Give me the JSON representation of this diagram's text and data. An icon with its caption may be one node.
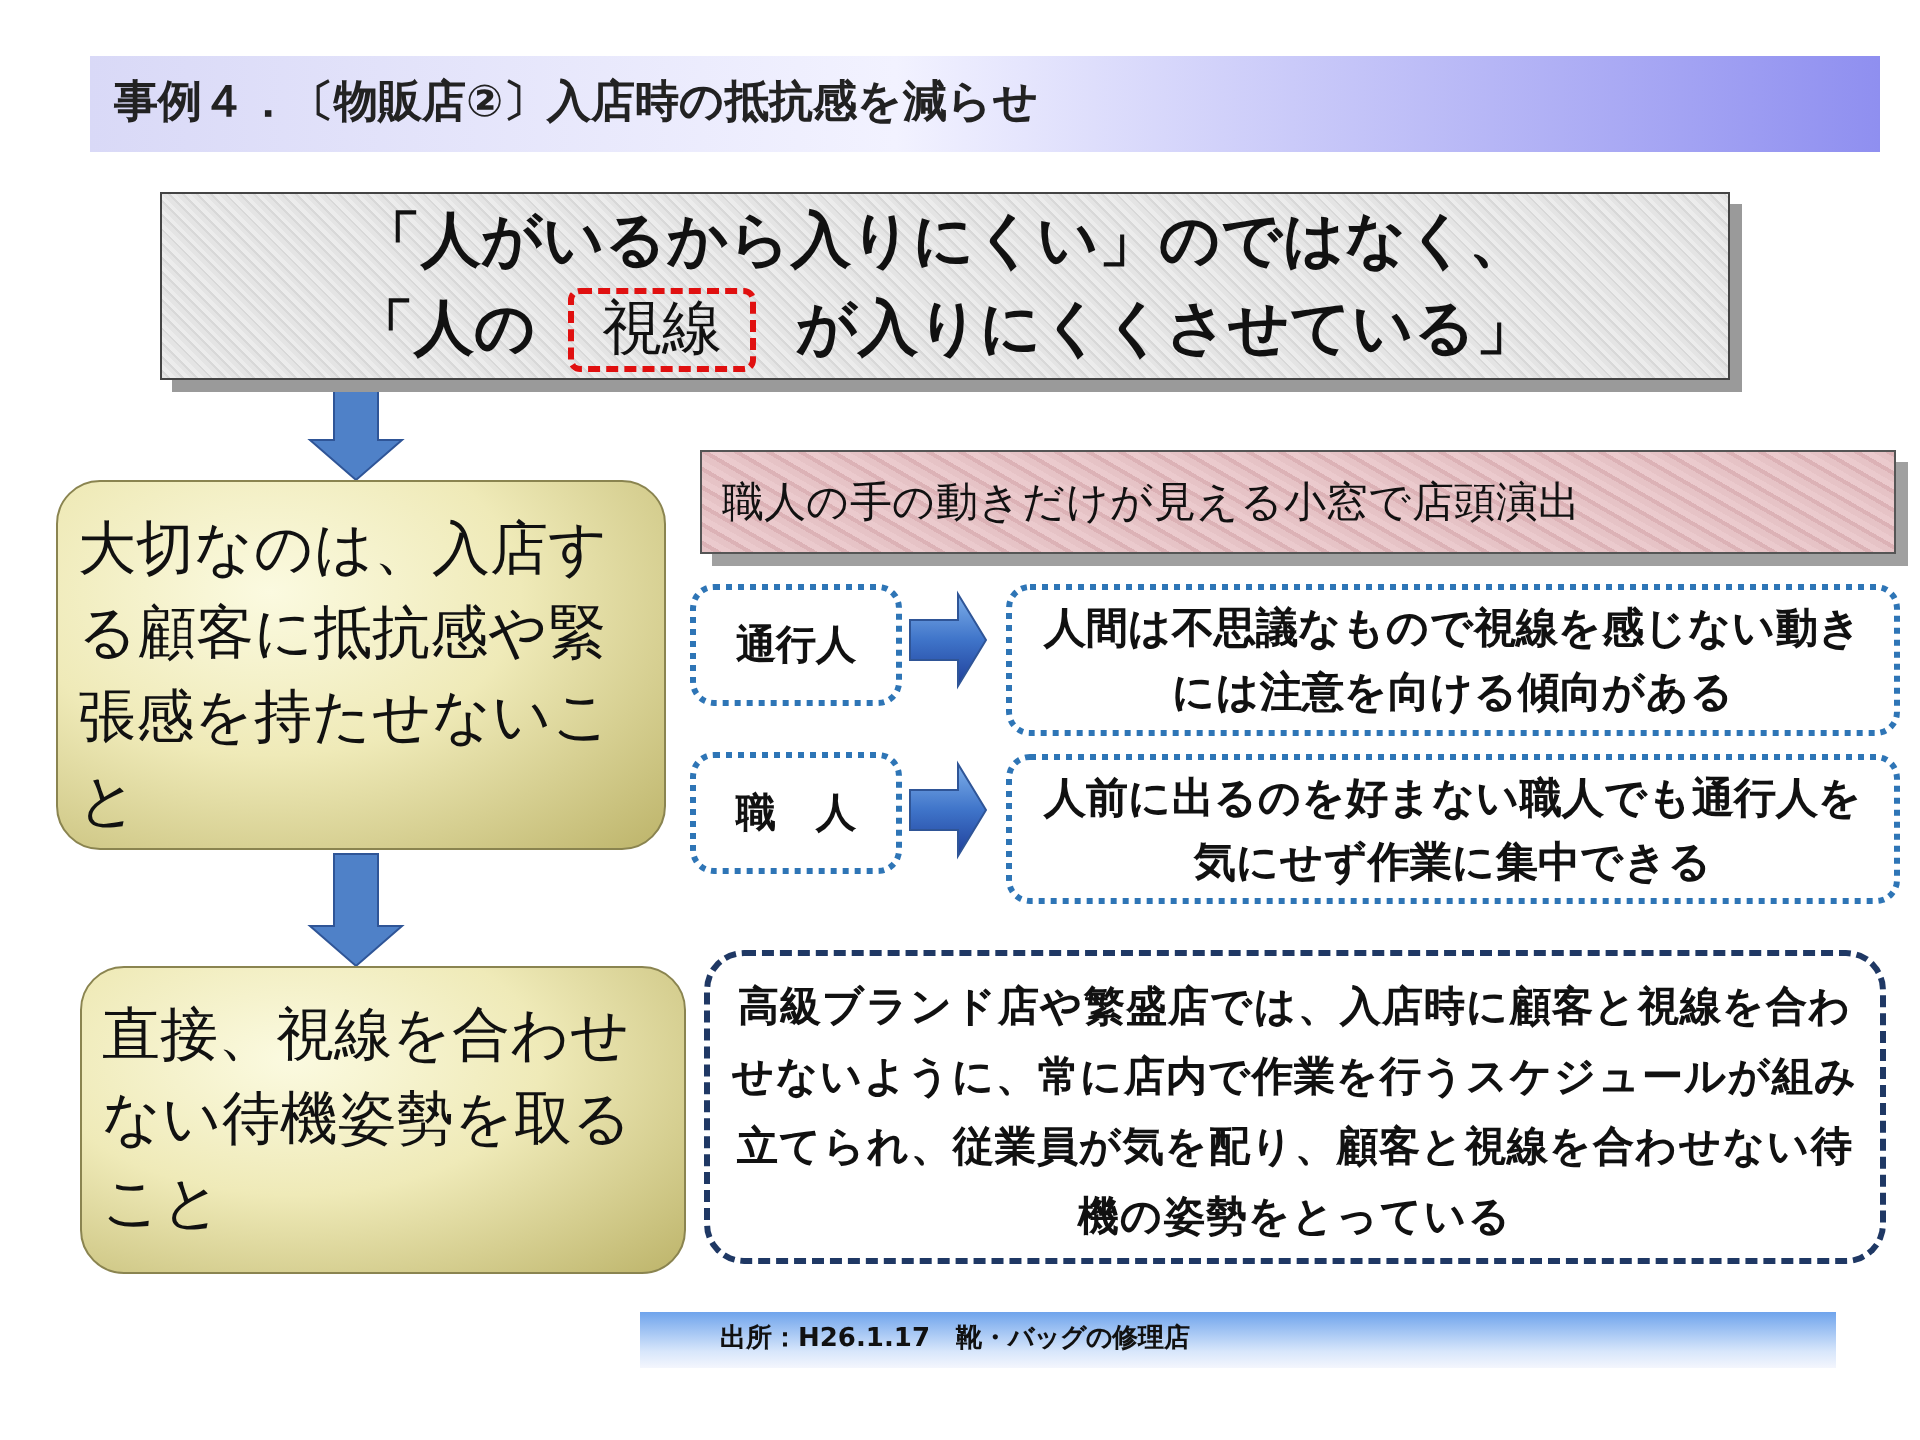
{
  "diagram": {
    "title": "事例４．〔物販店②〕入店時の抵抗感を減らせ",
    "nodes": [
      {
        "text": [
          "「人がいるから入りにくい」のではなく、",
          "「人の",
          "が入りにくくさせている」"
        ]
      },
      {
        "text": [
          "視線"
        ],
        "in": 0
      },
      {
        "text": [
          "大切なのは、入店する顧客に抵抗感や緊張感を持たせないこと"
        ]
      },
      {
        "text": [
          "直接、視線を合わせない待機姿勢を取ること"
        ]
      },
      {
        "text": [
          "職人の手の動きだけが見える小窓で店頭演出"
        ]
      },
      {
        "text": [
          "通行人"
        ]
      },
      {
        "text": [
          "人間は不思議なもので視線を感じない動きには注意を向ける傾向がある"
        ]
      },
      {
        "text": [
          "職　人"
        ]
      },
      {
        "text": [
          "人前に出るのを好まない職人でも通行人を気にせず作業に集中できる"
        ]
      },
      {
        "text": [
          "高級ブランド店や繁盛店では、入店時に顧客と視線を合わせないように、常に店内で作業を行うスケジュールが組み立てられ、従業員が気を配り、顧客と視線を合わせない待機の姿勢をとっている"
        ]
      }
    ],
    "edges": [
      {
        "from": 0,
        "to": 2,
        "arrow": "to"
      },
      {
        "from": 2,
        "to": 3,
        "arrow": "to"
      },
      {
        "from": 5,
        "to": 6,
        "arrow": "to"
      },
      {
        "from": 7,
        "to": 8,
        "arrow": "to"
      }
    ],
    "labels": [
      "出所：H26.1.17　靴・バッグの修理店"
    ]
  }
}
